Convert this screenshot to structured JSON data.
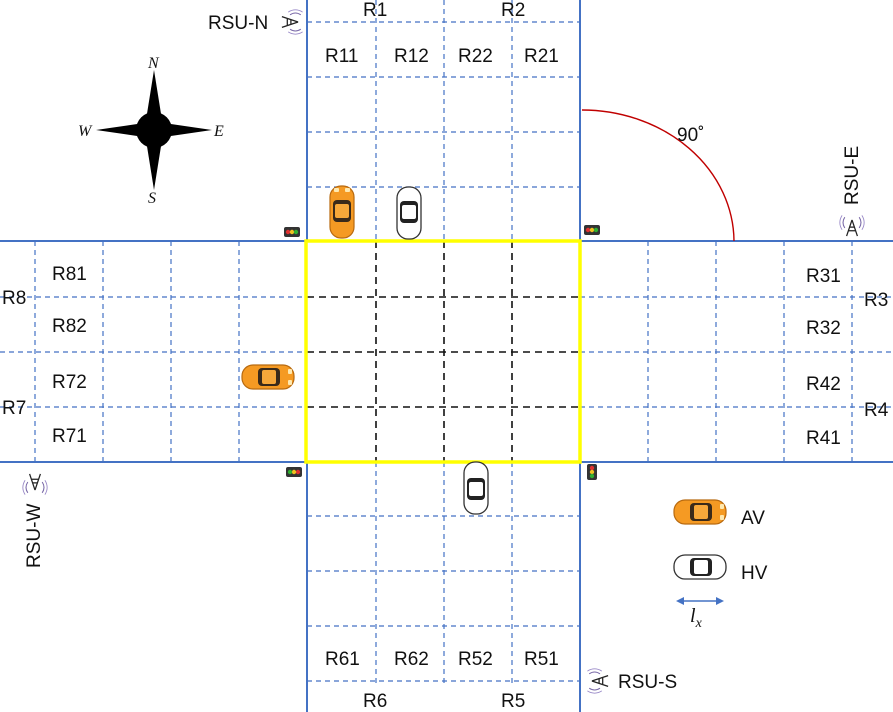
{
  "approaches": {
    "north": {
      "road_label_left": "R1",
      "road_label_right": "R2",
      "lanes": [
        "R11",
        "R12",
        "R22",
        "R21"
      ],
      "rsu": "RSU-N"
    },
    "south": {
      "road_label_left": "R6",
      "road_label_right": "R5",
      "lanes": [
        "R61",
        "R62",
        "R52",
        "R51"
      ],
      "rsu": "RSU-S"
    },
    "east": {
      "road_label_top": "R3",
      "road_label_bottom": "R4",
      "lanes": [
        "R31",
        "R32",
        "R42",
        "R41"
      ],
      "rsu": "RSU-E"
    },
    "west": {
      "road_label_top": "R8",
      "road_label_bottom": "R7",
      "lanes": [
        "R81",
        "R82",
        "R72",
        "R71"
      ],
      "rsu": "RSU-W"
    }
  },
  "compass": {
    "n": "N",
    "s": "S",
    "e": "E",
    "w": "W"
  },
  "angle_label": "90˚",
  "legend": {
    "av_label": "AV",
    "hv_label": "HV",
    "length_symbol": "l",
    "length_subscript": "x"
  },
  "colors": {
    "road_line": "#4472c4",
    "conflict_zone": "#ffff00",
    "av_car": "#f59a23",
    "hv_car": "#ffffff",
    "angle_arc": "#c00000"
  }
}
